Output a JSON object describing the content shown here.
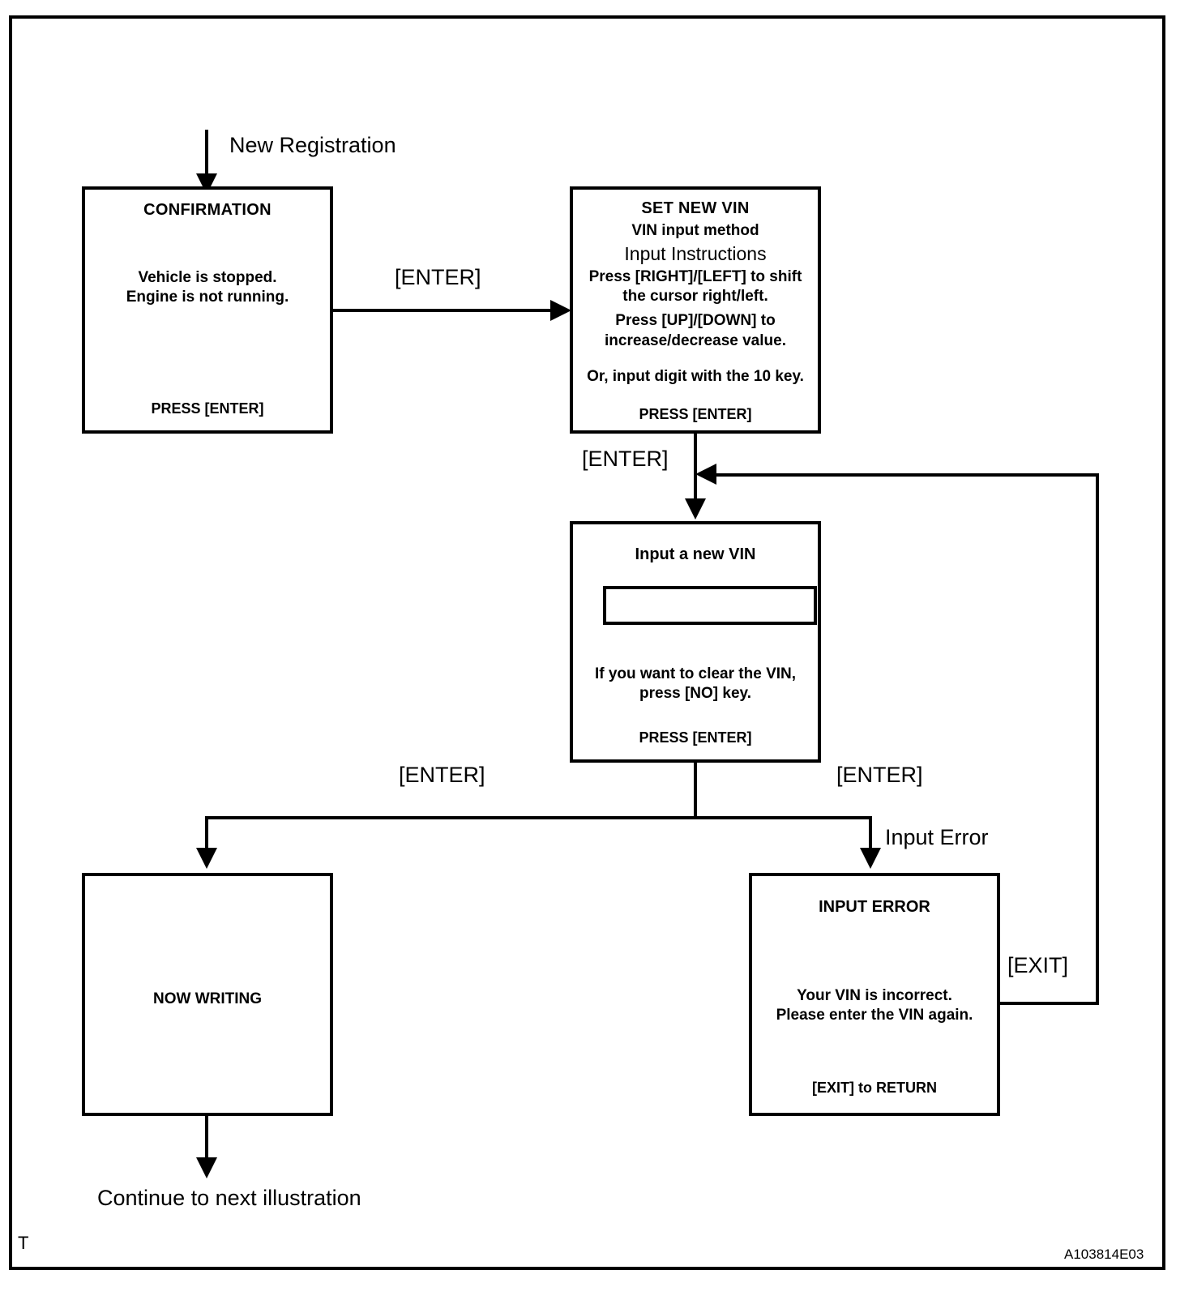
{
  "figure": {
    "code": "A103814E03",
    "corner_marker": "T"
  },
  "entry": {
    "label": "New Registration"
  },
  "exit": {
    "label": "Continue to next illustration"
  },
  "boxes": {
    "confirmation": {
      "title": "CONFIRMATION",
      "lines": [
        "Vehicle is stopped.",
        "Engine is not running."
      ],
      "footer": "PRESS [ENTER]"
    },
    "set_new_vin": {
      "title": "SET NEW VIN",
      "subtitle": "VIN input method",
      "heading": "Input Instructions",
      "lines": [
        "Press [RIGHT]/[LEFT] to shift",
        "the cursor right/left.",
        "Press [UP]/[DOWN]  to",
        "increase/decrease value."
      ],
      "note": "Or, input digit with the 10 key.",
      "footer": "PRESS [ENTER]"
    },
    "input_new_vin": {
      "title": "Input a new VIN",
      "field_value": "",
      "lines": [
        "If you want to clear the VIN,",
        "press [NO] key."
      ],
      "footer": "PRESS [ENTER]"
    },
    "now_writing": {
      "title": "NOW WRITING"
    },
    "input_error": {
      "title": "INPUT  ERROR",
      "lines": [
        "Your VIN is incorrect.",
        "Please enter the VIN again."
      ],
      "footer": "[EXIT] to RETURN"
    }
  },
  "transitions": {
    "confirm_to_setvin": "[ENTER]",
    "setvin_to_input": "[ENTER]",
    "input_to_writing": "[ENTER]",
    "input_to_error": "[ENTER]",
    "error_branch": "Input Error",
    "error_return": "[EXIT]"
  }
}
